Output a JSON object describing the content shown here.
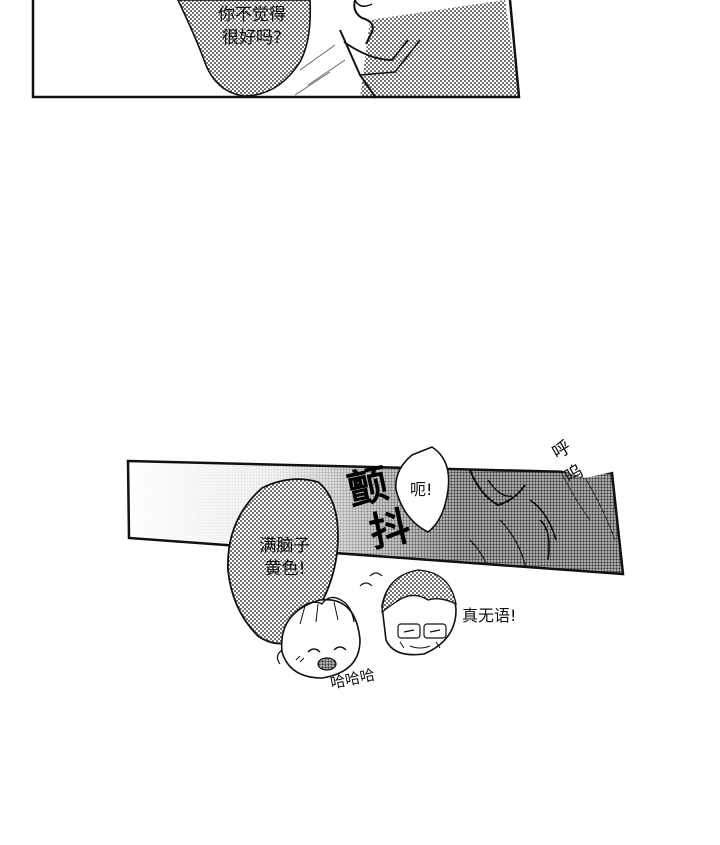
{
  "panel_top": {
    "bubble_lines": [
      "你不觉得",
      "很好吗?"
    ]
  },
  "panel_bottom": {
    "sfx_tremble": [
      "颤",
      "抖"
    ],
    "bubble_uh": "呃!",
    "sfx_sigh": [
      "呼",
      "呜"
    ],
    "bubble_dirty": [
      "满脑子",
      "黄色!"
    ],
    "chibi_laugh": "哈哈哈",
    "chibi_speechless": "真无语!"
  }
}
